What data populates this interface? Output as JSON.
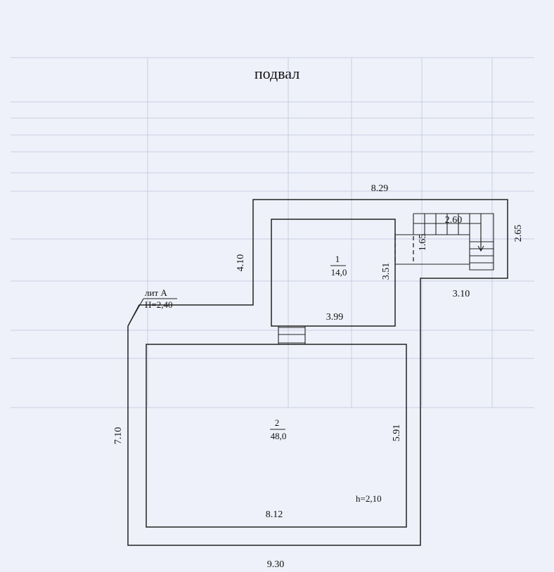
{
  "title": "подвал",
  "litera": {
    "name": "лит А",
    "height": "H=2,40"
  },
  "rooms": [
    {
      "number": "1",
      "area": "14,0"
    },
    {
      "number": "2",
      "area": "48,0"
    }
  ],
  "room_height": "h=2,10",
  "dimensions": {
    "top": "8.29",
    "upper_left": "4.10",
    "right_top": "2.65",
    "right_step": "3.10",
    "stair_width": "2.60",
    "stair_height": "1.65",
    "room1_right": "3.51",
    "room1_bottom": "3.99",
    "left": "7.10",
    "room2_right": "5.91",
    "room2_bottom": "8.12",
    "bottom": "9.30"
  }
}
